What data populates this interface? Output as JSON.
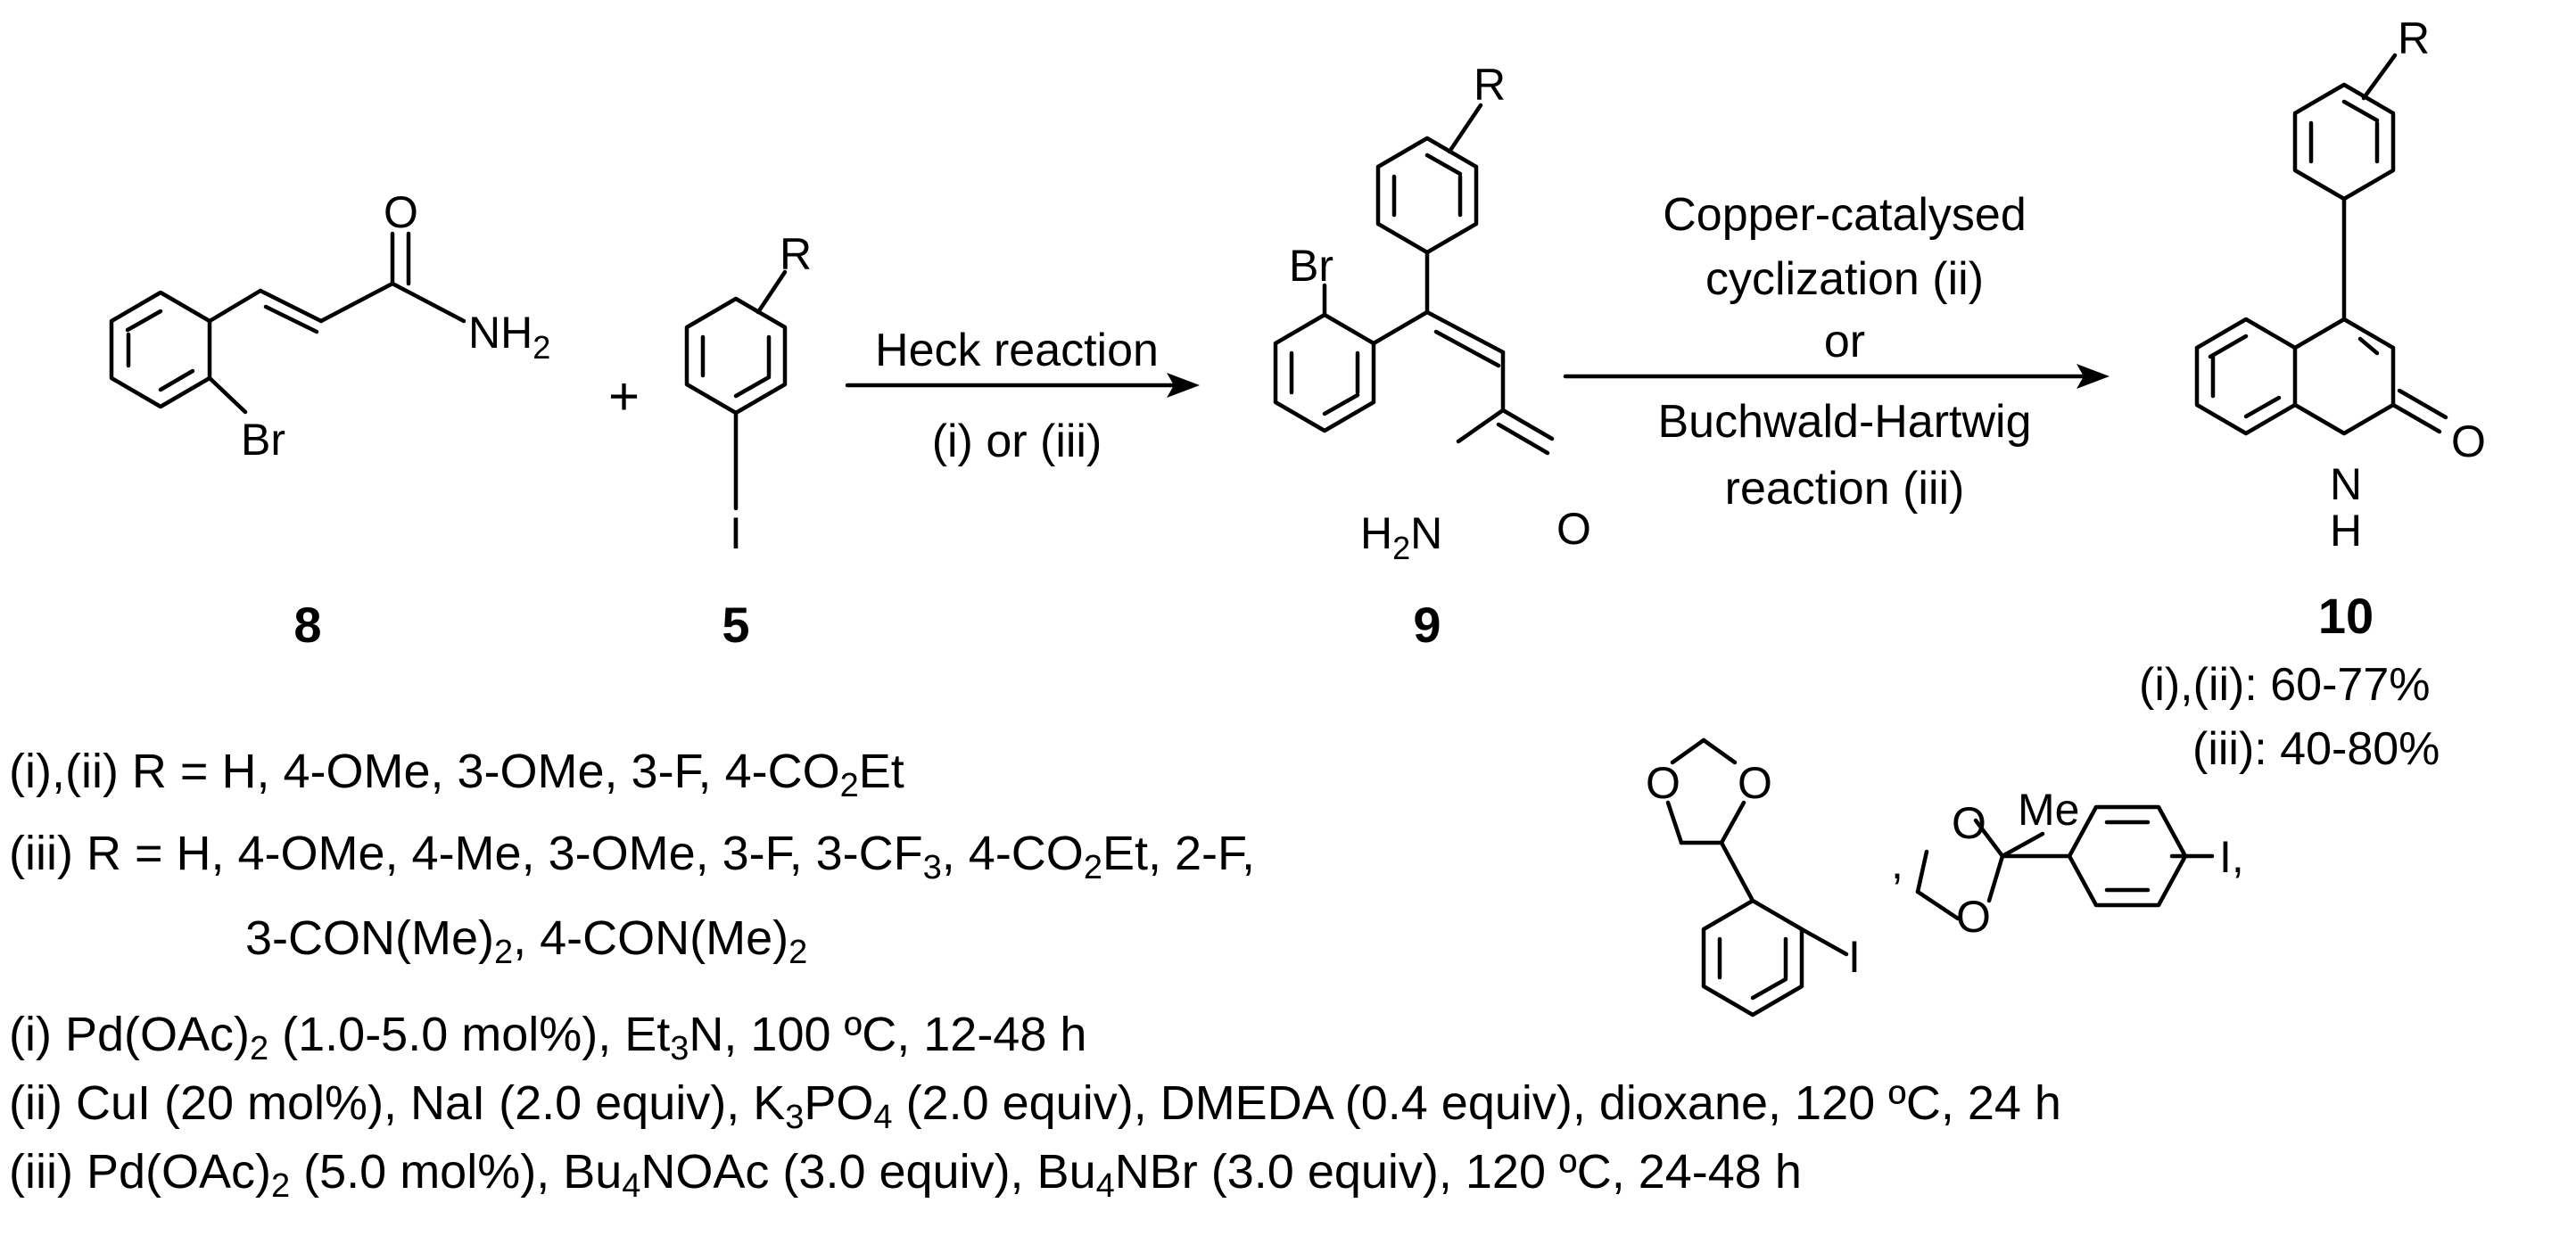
{
  "compounds": {
    "c8": {
      "label": "8",
      "atoms": {
        "o": "O",
        "n": "NH",
        "n_sub": "2",
        "br": "Br"
      }
    },
    "c5": {
      "label": "5",
      "atoms": {
        "r": "R",
        "i": "I"
      }
    },
    "c9": {
      "label": "9",
      "atoms": {
        "r": "R",
        "br": "Br",
        "n": "H",
        "n_sub": "2",
        "n_tail": "N",
        "o": "O"
      }
    },
    "c10": {
      "label": "10",
      "atoms": {
        "r": "R",
        "n": "N",
        "h": "H",
        "o": "O"
      }
    }
  },
  "plus": "+",
  "arrow1": {
    "top": "Heck reaction",
    "bottom": "(i) or (iii)"
  },
  "arrow2": {
    "line1": "Copper-catalysed",
    "line2": "cyclization (ii)",
    "line3": "or",
    "line4": "Buchwald-Hartwig",
    "line5": "reaction (iii)"
  },
  "yields": {
    "line1": "(i),(ii): 60-77%",
    "line2": "(iii): 40-80%"
  },
  "substituents": {
    "l1": {
      "a": "(i),(ii) R = H, 4-OMe, 3-OMe, 3-F, 4-CO",
      "s1": "2",
      "b": "Et"
    },
    "l2": {
      "a": "(iii) R = H, 4-OMe, 4-Me, 3-OMe, 3-F, 3-CF",
      "s1": "3",
      "b": ", 4-CO",
      "s2": "2",
      "c": "Et, 2-F,"
    },
    "l3": {
      "a": "3-CON(Me)",
      "s1": "2",
      "b": ", 4-CON(Me)",
      "s2": "2"
    }
  },
  "extra_aryls": {
    "dioxolane": {
      "o1": "O",
      "o2": "O",
      "i": "I",
      "comma": ","
    },
    "ketal": {
      "o1": "O",
      "o2": "O",
      "me": "Me",
      "i": "I,",
      "comma": ","
    }
  },
  "conditions": {
    "i": {
      "a": "(i) Pd(OAc)",
      "s1": "2",
      "b": " (1.0-5.0 mol%), Et",
      "s2": "3",
      "c": "N, 100 ºC, 12-48 h"
    },
    "ii": {
      "a": "(ii) CuI (20 mol%), NaI (2.0 equiv), K",
      "s1": "3",
      "b": "PO",
      "s2": "4",
      "c": " (2.0 equiv), DMEDA (0.4 equiv), dioxane, 120 ºC, 24 h"
    },
    "iii": {
      "a": "(iii) Pd(OAc)",
      "s1": "2",
      "b": " (5.0 mol%), Bu",
      "s2": "4",
      "c": "NOAc (3.0 equiv), Bu",
      "s3": "4",
      "d": "NBr (3.0 equiv), 120 ºC, 24-48 h"
    }
  }
}
